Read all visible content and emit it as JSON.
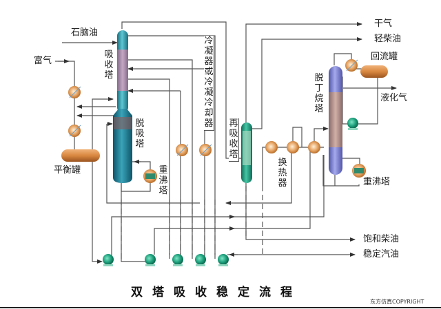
{
  "title": "双塔吸收稳定流程",
  "copyright": "东方仿真COPYRIGHT",
  "colors": {
    "line": "#4a4a4a",
    "absorber_teal": "#2a9aa8",
    "stripper_teal": "#1f7f95",
    "reabsorber_green": "#1f9e82",
    "debutanizer_blue": "#7a7fd0",
    "packing_brown": "#b98a7a",
    "exchanger_orange": "#d98840",
    "pump_green": "#2fb08a",
    "drum_orange": "#d88a45"
  },
  "equipment": {
    "absorber": {
      "label": "吸收塔"
    },
    "stripper": {
      "label": "脱吸塔"
    },
    "stripper_reboiler": {
      "label": "重沸塔"
    },
    "balance_tank": {
      "label": "平衡罐"
    },
    "condenser_cooler": {
      "label": "冷凝器或冷凝冷却器"
    },
    "reabsorber": {
      "label": "再吸收塔"
    },
    "heat_exchanger": {
      "label": "换热器"
    },
    "debutanizer": {
      "label": "脱丁烷塔"
    },
    "reflux_drum": {
      "label": "回流罐"
    },
    "debutanizer_reboiler": {
      "label": "重沸塔"
    }
  },
  "streams": {
    "naphtha": "石脑油",
    "rich_gas": "富气",
    "dry_gas": "干气",
    "light_diesel": "轻柴油",
    "lpg": "液化气",
    "saturated_diesel": "饱和柴油",
    "stable_gasoline": "稳定汽油"
  }
}
